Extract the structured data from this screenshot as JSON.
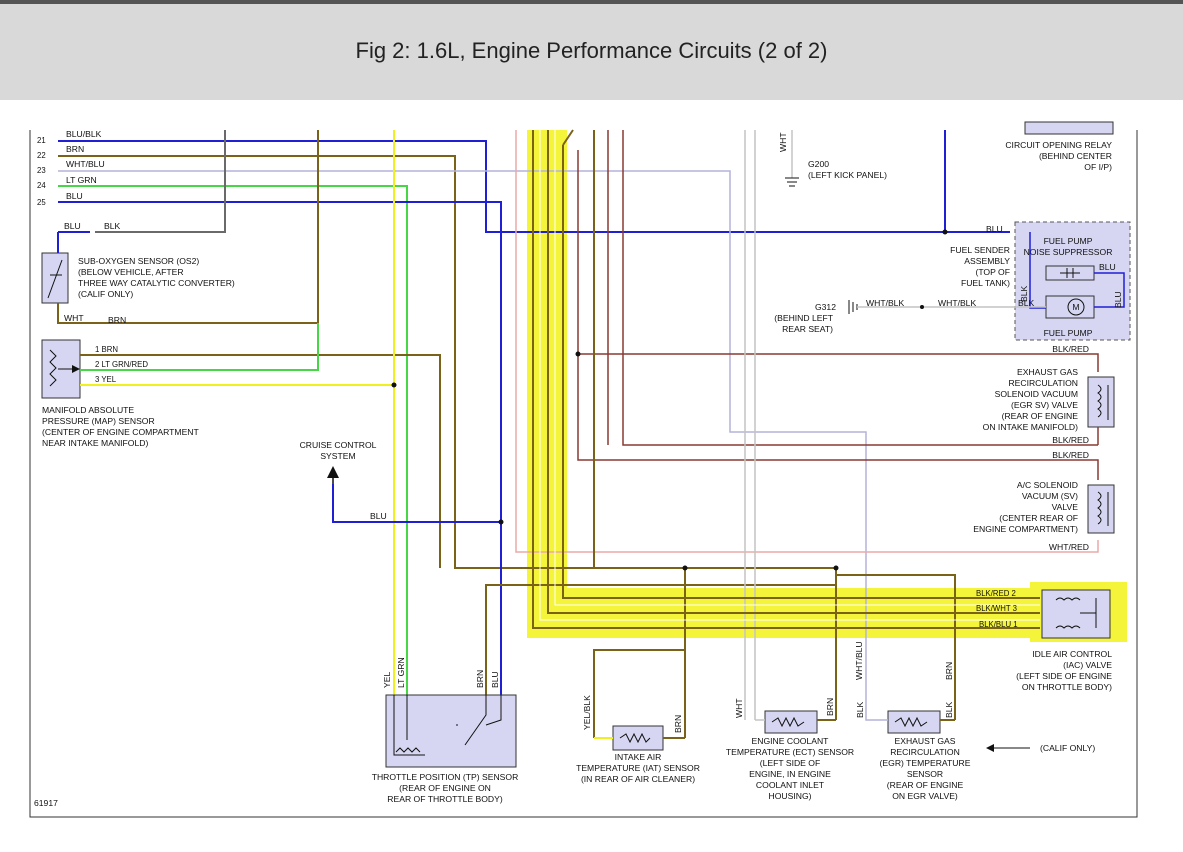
{
  "title": "Fig 2: 1.6L, Engine Performance Circuits (2 of 2)",
  "figure_number": "61917",
  "colors": {
    "BLU": "#1f1fd6",
    "BRN": "#7a6218",
    "LTGRN": "#46d646",
    "YEL": "#f0f020",
    "WHT": "#c4c4c4",
    "WHTBLU": "#b4b4dc",
    "DKRED": "#8a3a32",
    "PINK": "#e9aaa6",
    "GRAY": "#6a6a6a",
    "BLK": "#1a1a1a",
    "HIGHLIGHT": "#f4f43a",
    "COMPONENT_FILL": "#d6d6f3",
    "HEADER_BG": "#d9d9d9"
  },
  "wire_rows": [
    {
      "num": "21",
      "color": "BLU/BLK"
    },
    {
      "num": "22",
      "color": "BRN"
    },
    {
      "num": "23",
      "color": "WHT/BLU"
    },
    {
      "num": "24",
      "color": "LT GRN"
    },
    {
      "num": "25",
      "color": "BLU"
    }
  ],
  "o2": {
    "lines": [
      "SUB-OXYGEN SENSOR (OS2)",
      "(BELOW VEHICLE, AFTER",
      "THREE WAY CATALYTIC CONVERTER)",
      "(CALIF ONLY)"
    ],
    "w1": "BLU",
    "w2": "BLK",
    "w3": "WHT",
    "w4": "BRN"
  },
  "map": {
    "lines": [
      "MANIFOLD ABSOLUTE",
      "PRESSURE (MAP) SENSOR",
      "(CENTER OF ENGINE COMPARTMENT",
      "NEAR INTAKE MANIFOLD)"
    ],
    "pins": [
      "1  BRN",
      "2  LT GRN/RED",
      "3  YEL"
    ]
  },
  "cruise": {
    "lines": [
      "CRUISE CONTROL",
      "SYSTEM"
    ],
    "wire": "BLU"
  },
  "g200": {
    "wire": "WHT",
    "lines": [
      "G200",
      "(LEFT KICK PANEL)"
    ]
  },
  "relay": {
    "lines": [
      "CIRCUIT OPENING RELAY",
      "(BEHIND CENTER",
      "OF I/P)"
    ]
  },
  "fuel_sender": {
    "wire": "BLU",
    "lines": [
      "FUEL SENDER",
      "ASSEMBLY",
      "(TOP OF",
      "FUEL TANK)"
    ]
  },
  "noise_supp": {
    "lines": [
      "FUEL PUMP",
      "NOISE SUPPRESSOR"
    ],
    "wire": "BLU"
  },
  "fuel_pump": {
    "label": "FUEL PUMP",
    "motor": "M",
    "w_blk": "BLK",
    "w_blu_v": "BLU",
    "w_blk_v": "BLK"
  },
  "g312": {
    "name": "G312",
    "lines": [
      "(BEHIND LEFT",
      "REAR SEAT)"
    ],
    "w1": "WHT/BLK",
    "w2": "WHT/BLK"
  },
  "egr_sv": {
    "top": "BLK/RED",
    "bottom": "BLK/RED",
    "lines": [
      "EXHAUST GAS",
      "RECIRCULATION",
      "SOLENOID VACUUM",
      "(EGR SV) VALVE",
      "(REAR OF ENGINE",
      "ON INTAKE MANIFOLD)"
    ]
  },
  "ac_sv": {
    "top": "BLK/RED",
    "bottom": "WHT/RED",
    "lines": [
      "A/C SOLENOID",
      "VACUUM (SV)",
      "VALVE",
      "(CENTER REAR OF",
      "ENGINE COMPARTMENT)"
    ]
  },
  "iac": {
    "pins": [
      "BLK/RED  2",
      "BLK/WHT  3",
      "BLK/BLU  1"
    ],
    "lines": [
      "IDLE AIR CONTROL",
      "(IAC) VALVE",
      "(LEFT SIDE OF ENGINE",
      "ON THROTTLE BODY)"
    ]
  },
  "tp": {
    "wires": [
      "YEL",
      "LT GRN",
      "BRN",
      "BLU"
    ],
    "lines": [
      "THROTTLE POSITION (TP) SENSOR",
      "(REAR OF ENGINE ON",
      "REAR OF THROTTLE BODY)"
    ]
  },
  "iat": {
    "wires": [
      "YEL/BLK",
      "BRN"
    ],
    "lines": [
      "INTAKE AIR",
      "TEMPERATURE (IAT) SENSOR",
      "(IN REAR OF AIR CLEANER)"
    ]
  },
  "ect": {
    "wires": [
      "WHT",
      "BRN"
    ],
    "lines": [
      "ENGINE COOLANT",
      "TEMPERATURE (ECT) SENSOR",
      "(LEFT SIDE OF",
      "ENGINE, IN ENGINE",
      "COOLANT INLET",
      "HOUSING)"
    ]
  },
  "egr_sensor": {
    "wires": [
      "WHT/BLU",
      "BLK",
      "BLK",
      "BRN"
    ],
    "lines": [
      "EXHAUST GAS",
      "RECIRCULATION",
      "(EGR) TEMPERATURE",
      "SENSOR",
      "(REAR OF ENGINE",
      "ON EGR VALVE)"
    ]
  },
  "calif_only": "(CALIF ONLY)"
}
